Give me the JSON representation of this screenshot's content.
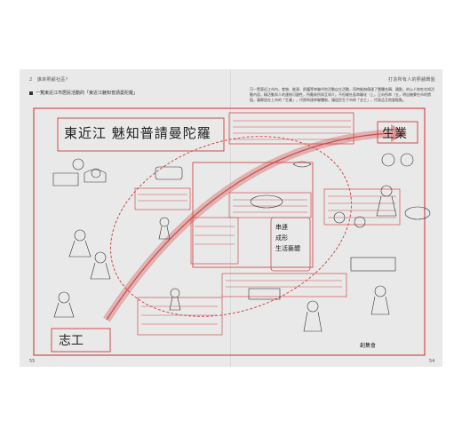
{
  "header": {
    "left_running": "2　誰來照顧社區？",
    "right_running": "打造所有人的照顧轉盤"
  },
  "caption": "一覽東近江市居民活動的「東近江魅知普請曼陀羅」",
  "body_text": "可一覽東近江市內，食物、能源、照護等串聯代的活動自主活動，同時能夠傳達了團體名稱、國點，的心人地吃名知活動內容，精活動與人的連結可鏈性，所難易所知互知介。不但確社區串聯化（上，正向所串（五，明自擁夢在市的價值，讓鄰居在上市的「生業」，代際串連串聯體制，讓居民生下市的「志工」，代表品互地量輕點。",
  "illustration": {
    "title": "東近江 魅知普請曼陀羅",
    "labels": {
      "seigyo": "生業",
      "shiko": "志工",
      "center": "串連\n成形\n生活藝體",
      "signature": "創集會"
    }
  },
  "page_numbers": {
    "left": "55",
    "right": "54"
  },
  "colors": {
    "accent_red": "#d14b4b",
    "page_gray": "#e9e9e9",
    "ink": "#333333"
  }
}
